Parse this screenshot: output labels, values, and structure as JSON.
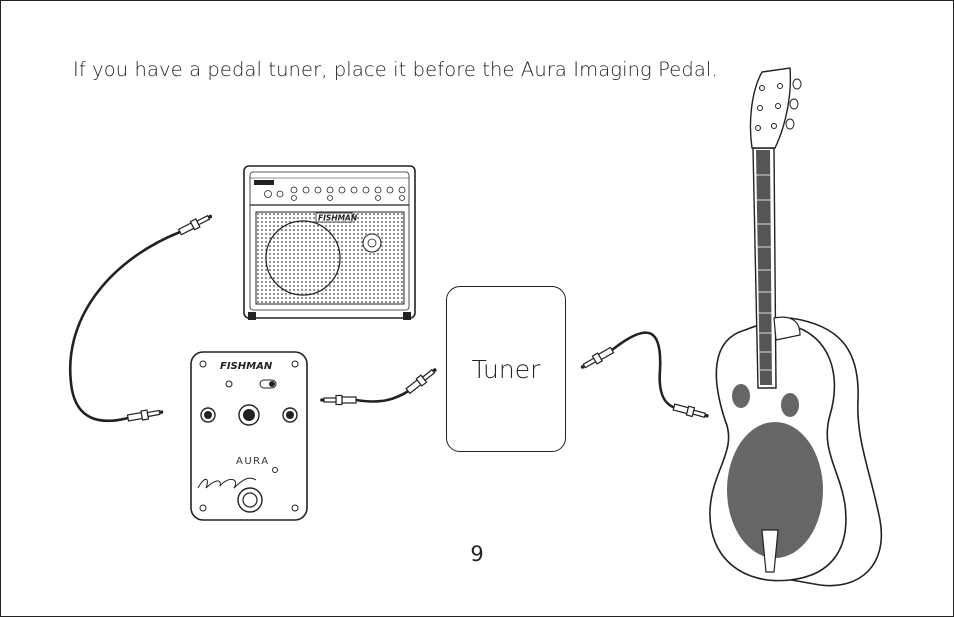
{
  "instruction_text": "If you have a pedal tuner, place it before the Aura Imaging Pedal.",
  "page_number": "9",
  "tuner": {
    "label": "Tuner"
  },
  "pedal": {
    "brand": "FISHMAN",
    "model": "AURA"
  },
  "amp": {
    "brand": "FISHMAN"
  },
  "colors": {
    "line": "#222222",
    "sound_hole": "#666666",
    "background": "#ffffff"
  }
}
